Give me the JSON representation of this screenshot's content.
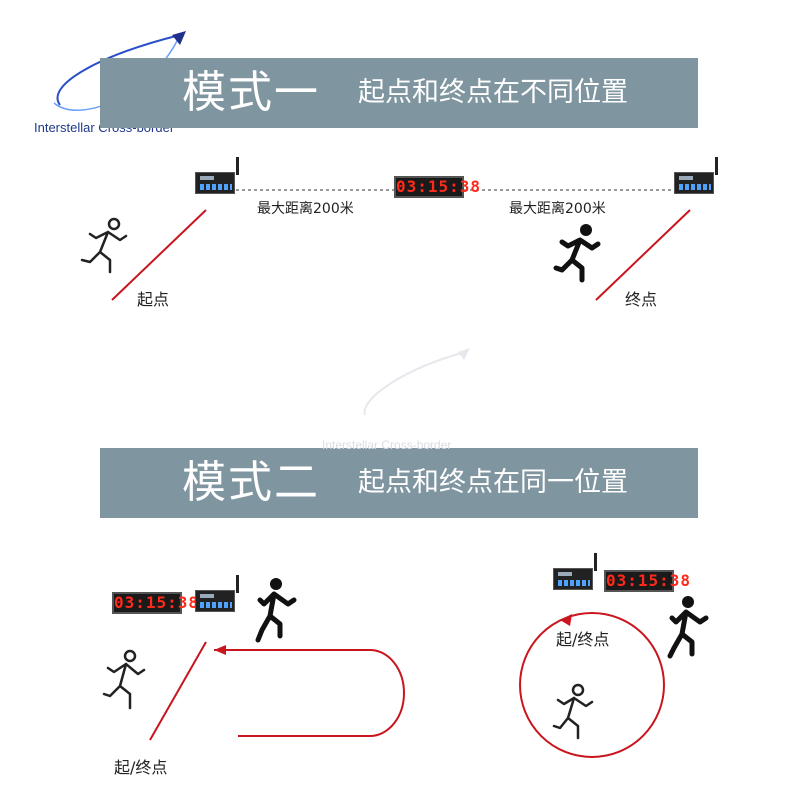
{
  "logo": {
    "text": "Interstellar Cross-border",
    "color": "#1f3a8a"
  },
  "watermark": {
    "text": "Interstellar Cross-border"
  },
  "mode1": {
    "title": "模式一",
    "description": "起点和终点在不同位置",
    "distance_left": "最大距离200米",
    "distance_right": "最大距离200米",
    "clock_display": "03:15:38",
    "start_label": "起点",
    "finish_label": "终点"
  },
  "mode2": {
    "title": "模式二",
    "description": "起点和终点在同一位置",
    "left_clock_display": "03:15:38",
    "right_clock_display": "03:15:38",
    "left_label": "起/终点",
    "right_label": "起/终点"
  },
  "colors": {
    "banner": "#7f95a0",
    "track": "#c9151e",
    "clock_digits": "#ff2a1a"
  },
  "icons": [
    "runner-outline-icon",
    "runner-filled-icon",
    "controller-icon",
    "timer-display-icon",
    "logo-orbit-icon"
  ]
}
